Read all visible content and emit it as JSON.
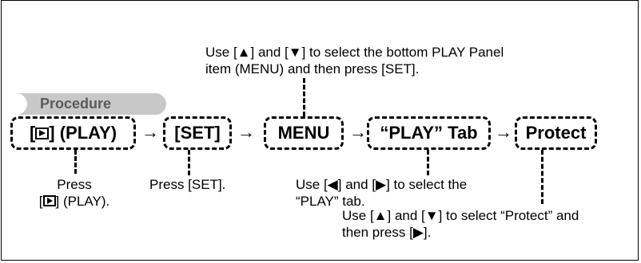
{
  "procedure_label": "Procedure",
  "steps": [
    {
      "label_pre": "[",
      "icon": "play-icon",
      "label_post": "] (PLAY)"
    },
    {
      "label": "[SET]"
    },
    {
      "label": "MENU"
    },
    {
      "label": "“PLAY” Tab"
    },
    {
      "label": "Protect"
    }
  ],
  "arrow_glyph": "→",
  "notes": {
    "top_line1": "Use [▲] and [▼] to select the bottom PLAY Panel",
    "top_line2": "item (MENU) and then press [SET].",
    "play_line1": "Press",
    "play_line2_pre": "[",
    "play_line2_post": "] (PLAY).",
    "set": "Press [SET].",
    "tab_line1": "Use [◀] and [▶] to select the",
    "tab_line2": "“PLAY” tab.",
    "protect_line1": "Use [▲] and [▼] to select “Protect” and",
    "protect_line2": "then press [▶]."
  }
}
